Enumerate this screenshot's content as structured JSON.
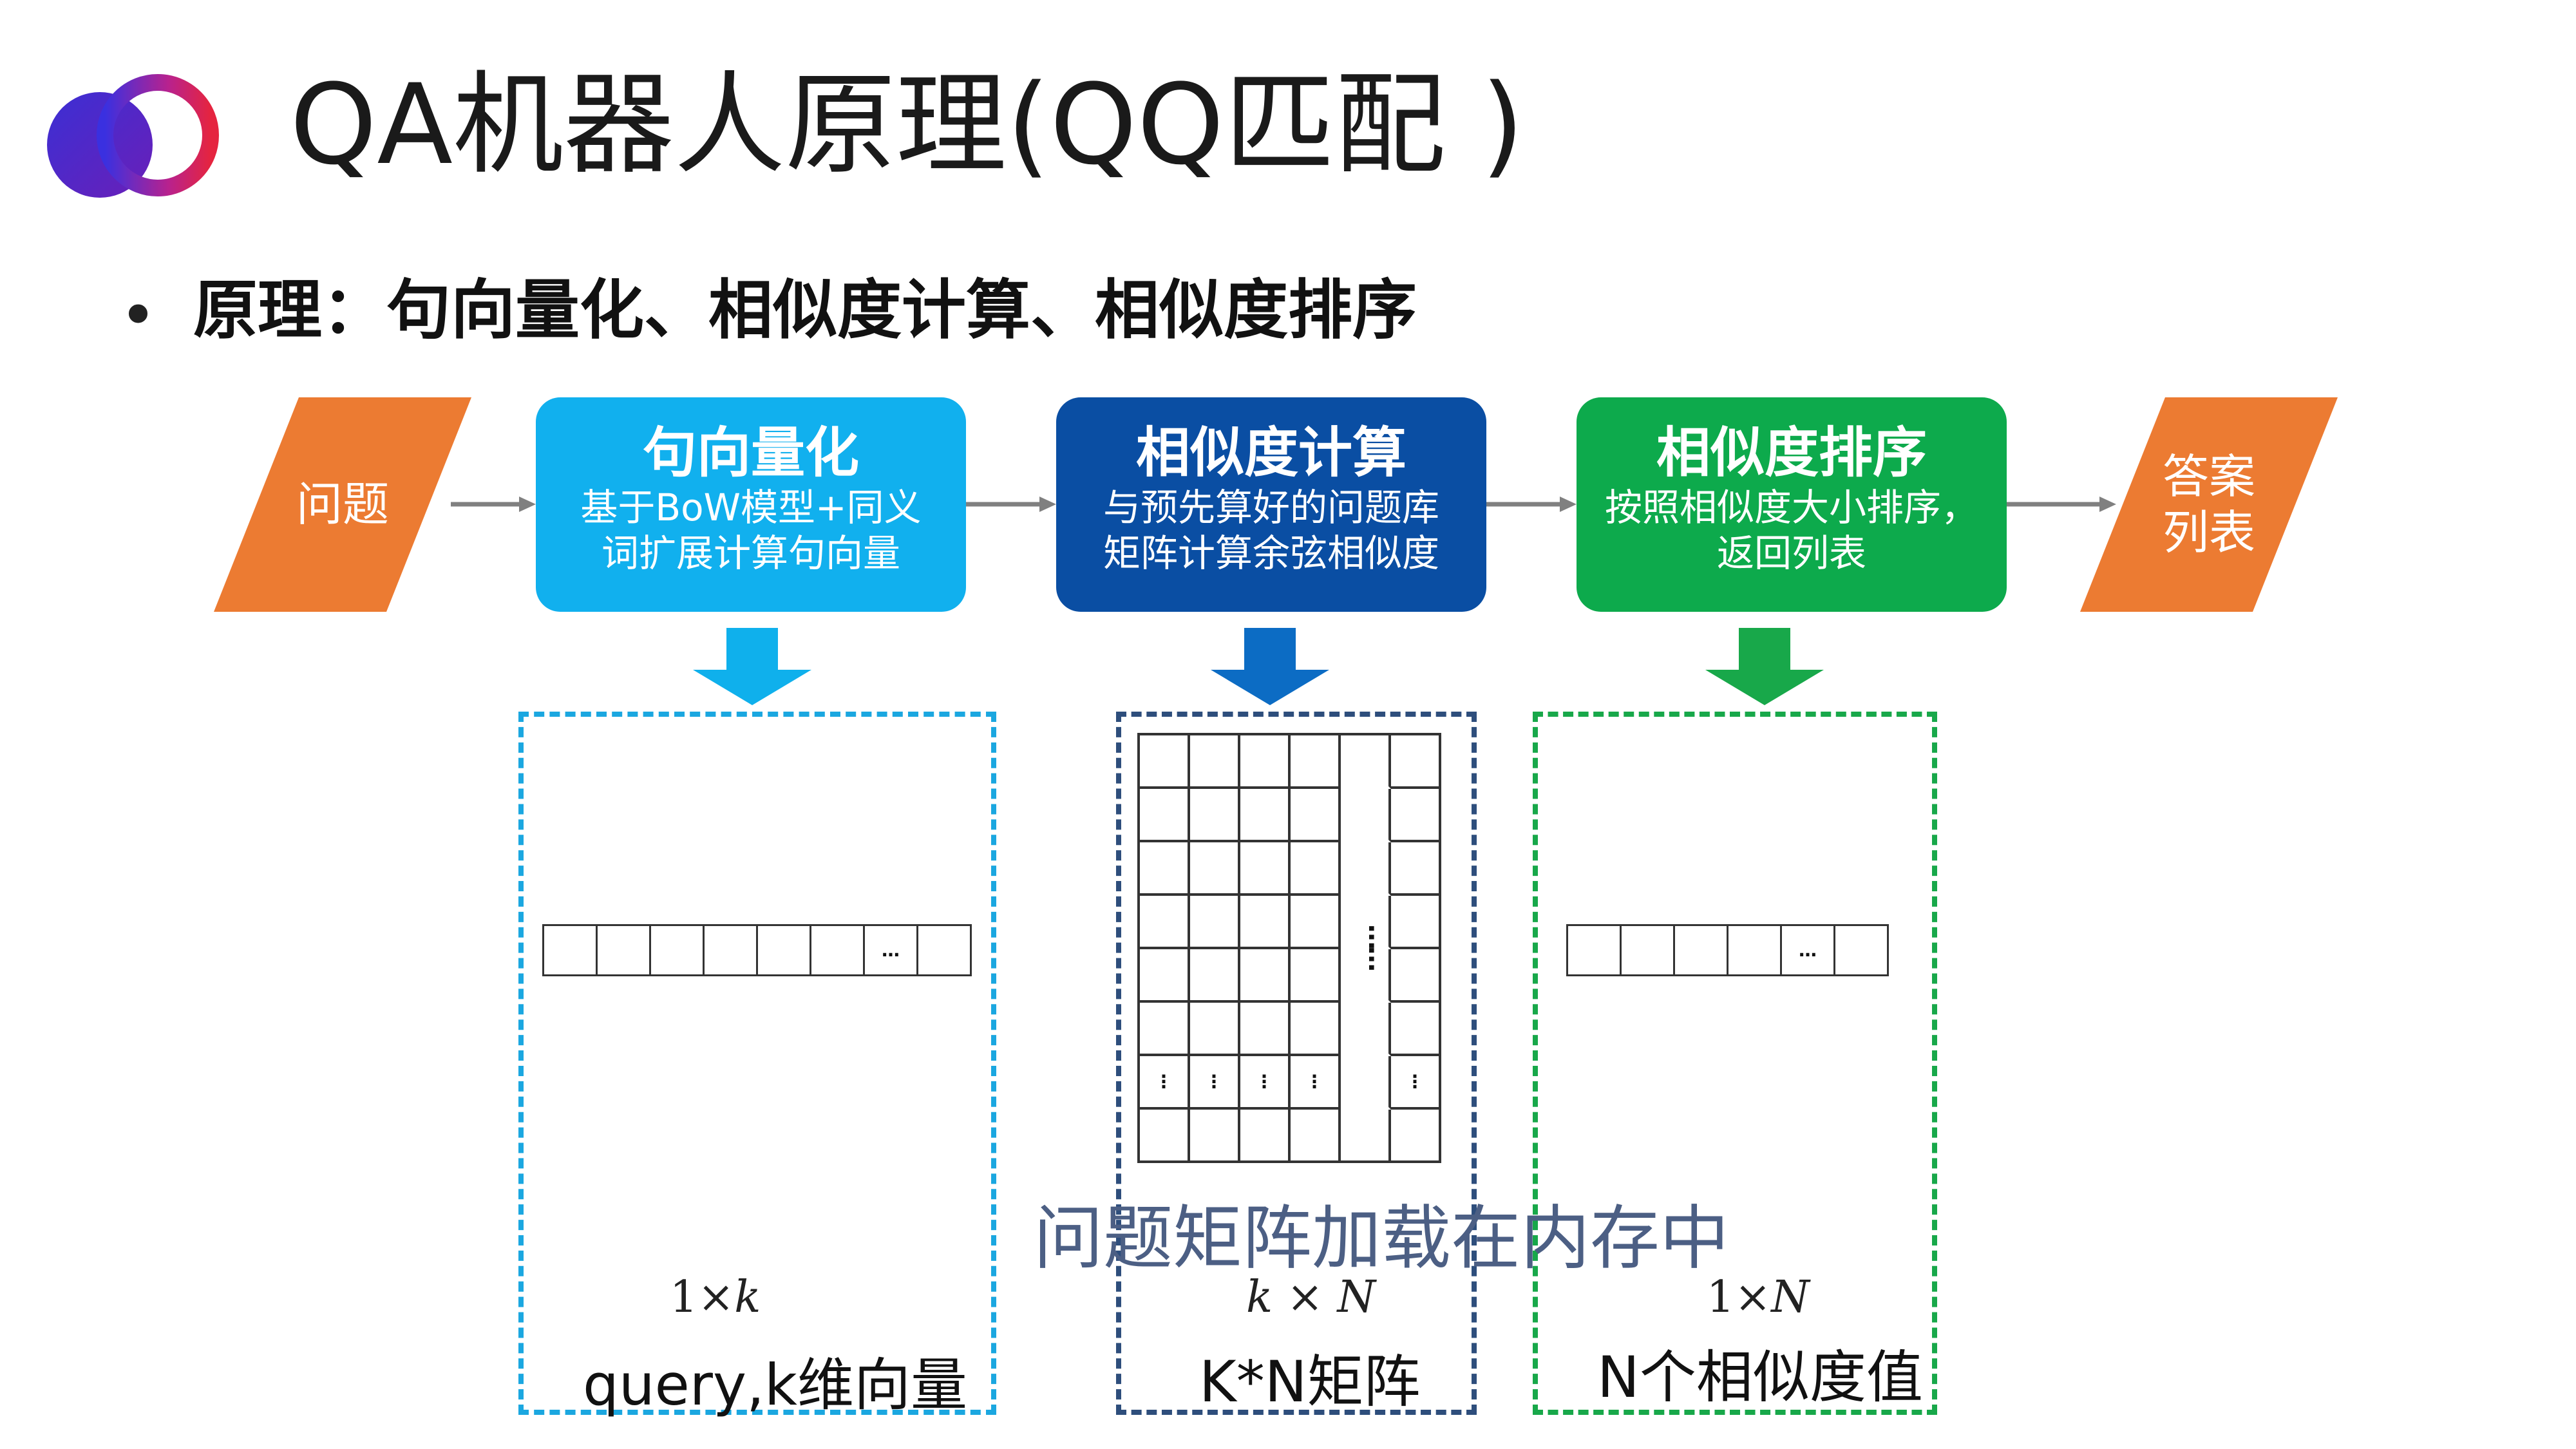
{
  "title": "QA机器人原理(QQ匹配 )",
  "bullet": {
    "marker": "•",
    "text": "原理：句向量化、相似度计算、相似度排序"
  },
  "flow": {
    "input": "问题",
    "output_lines": [
      "答案",
      "列表"
    ],
    "stages": [
      {
        "title": "句向量化",
        "desc_lines": [
          "基于BoW模型+同义",
          "词扩展计算句向量"
        ],
        "color": "#11b0ee"
      },
      {
        "title": "相似度计算",
        "desc_lines": [
          "与预先算好的问题库",
          "矩阵计算余弦相似度"
        ],
        "color": "#0a4ea3"
      },
      {
        "title": "相似度排序",
        "desc_lines": [
          "按照相似度大小排序，",
          "返回列表"
        ],
        "color": "#0daa4c"
      }
    ]
  },
  "outputs": [
    {
      "dim_left": "1",
      "dim_op": "×",
      "dim_right": "k",
      "caption": "query,k维向量"
    },
    {
      "dim_left": "k",
      "dim_op": "×",
      "dim_right": "N",
      "caption": "K*N矩阵"
    },
    {
      "dim_left": "1",
      "dim_op": "×",
      "dim_right": "N",
      "caption": "N个相似度值"
    }
  ],
  "ellipsis": "…",
  "vertical_dots": "⋮",
  "overlay_note": "问题矩阵加载在内存中",
  "colors": {
    "input_output": "#ec7b32",
    "box1_border": "#1ba7e0",
    "box2_border": "#2e4e7c",
    "box3_border": "#18a84a",
    "note": "#4c5f84"
  }
}
